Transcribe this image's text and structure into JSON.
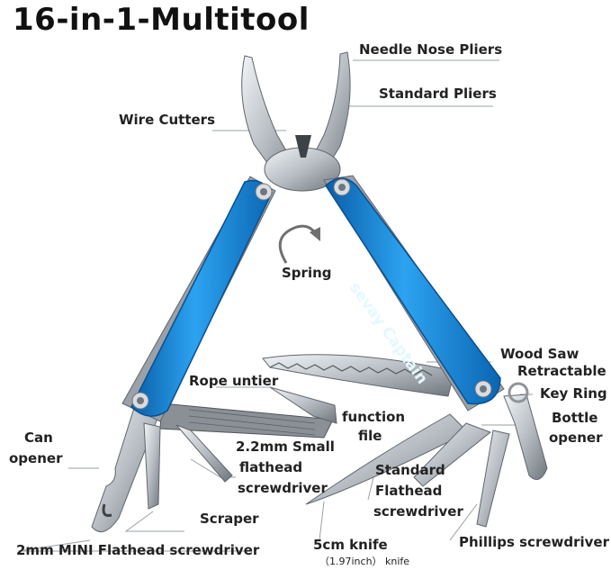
{
  "title": "16-in-1-Multitool",
  "brand": "sevay Captain",
  "labels": {
    "needle_nose_pliers": "Needle Nose Pliers",
    "standard_pliers": "Standard Pliers",
    "wire_cutters": "Wire Cutters",
    "spring": "Spring",
    "wood_saw": "Wood Saw",
    "retractable": "Retractable",
    "key_ring": "Key Ring",
    "rope_untier": "Rope untier",
    "bottle": "Bottle",
    "opener": "opener",
    "function": "function",
    "file": "file",
    "can": "Can",
    "can_opener": "opener",
    "small_flathead_1": "2.2mm Small",
    "small_flathead_2": "flathead",
    "small_flathead_3": "screwdriver",
    "standard_flathead_1": "Standard",
    "standard_flathead_2": "Flathead",
    "standard_flathead_3": "screwdriver",
    "scraper": "Scraper",
    "knife_1": "5cm knife",
    "knife_2": "（1.97inch） knife",
    "phillips": "Phillips screwdriver",
    "mini_flathead": "2mm MINI Flathead screwdriver"
  },
  "colors": {
    "handle_blue": "#1b8fe0",
    "handle_dark": "#0b5fa8",
    "steel": "#c9ced3",
    "steel_dark": "#7d848b",
    "leader": "#9aa0a6"
  }
}
